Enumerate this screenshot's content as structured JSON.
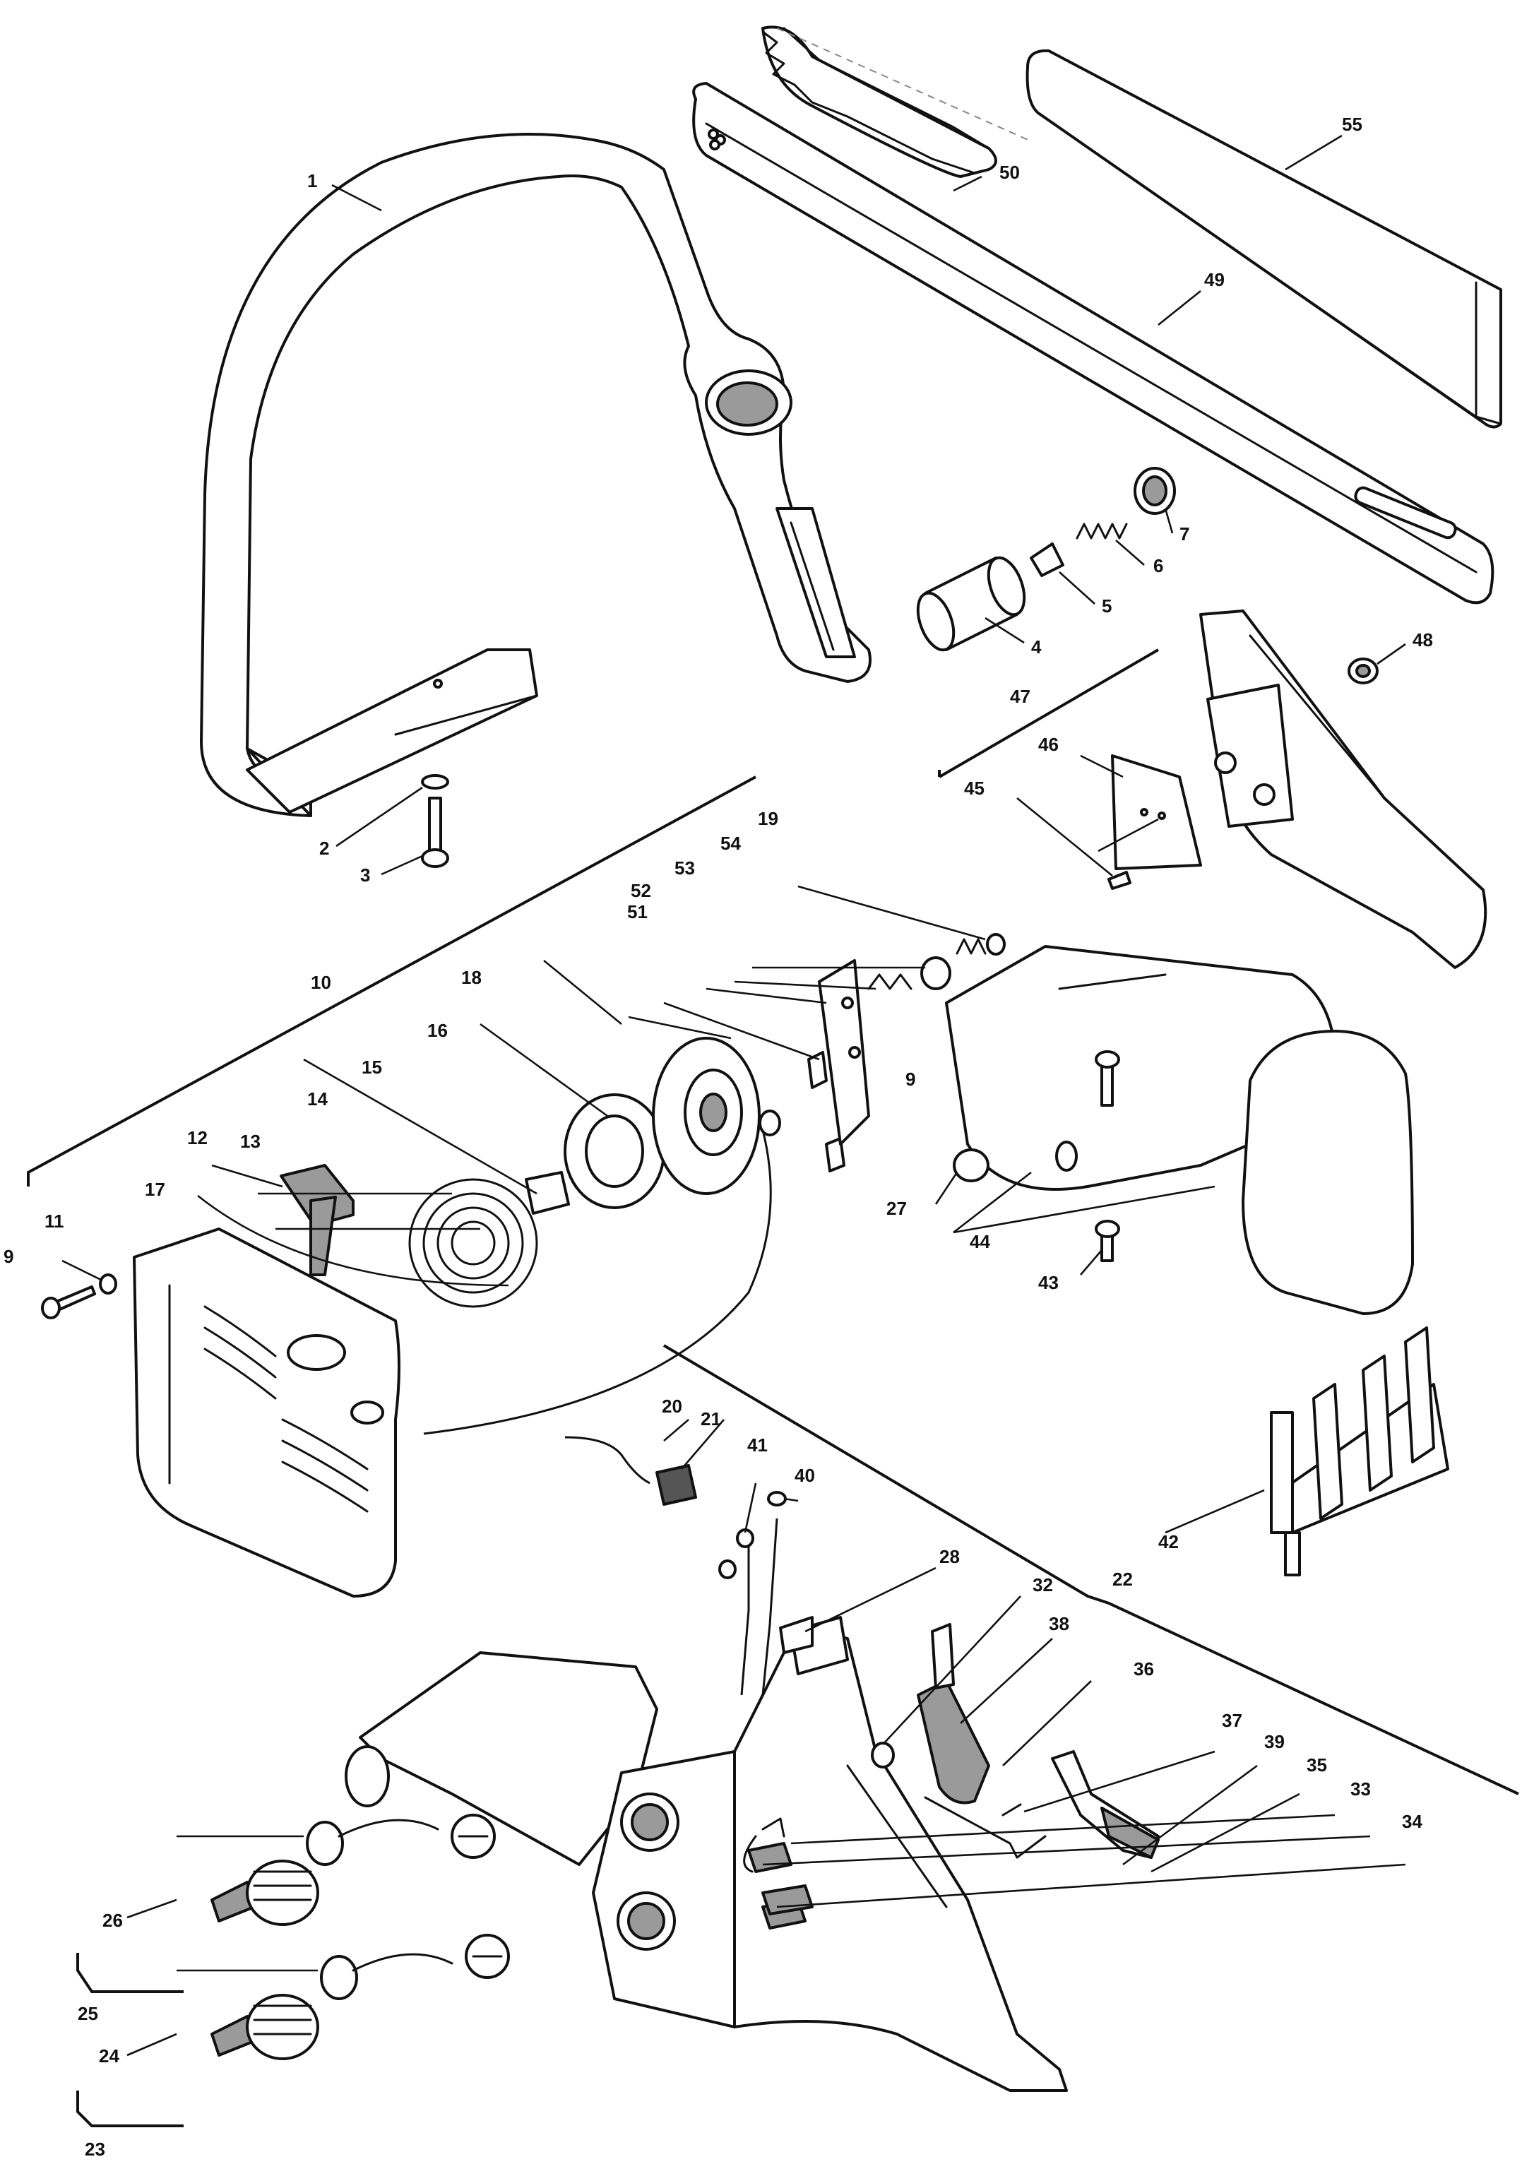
{
  "callouts": {
    "c1": "1",
    "c2": "2",
    "c3": "3",
    "c4": "4",
    "c5": "5",
    "c6": "6",
    "c7": "7",
    "c9a": "9",
    "c9b": "9",
    "c10": "10",
    "c11": "11",
    "c12": "12",
    "c13": "13",
    "c14": "14",
    "c15": "15",
    "c16": "16",
    "c17": "17",
    "c18": "18",
    "c19": "19",
    "c20": "20",
    "c21": "21",
    "c22": "22",
    "c23": "23",
    "c24": "24",
    "c25": "25",
    "c26": "26",
    "c27": "27",
    "c28": "28",
    "c32": "32",
    "c33": "33",
    "c34": "34",
    "c35": "35",
    "c36": "36",
    "c37": "37",
    "c38": "38",
    "c39": "39",
    "c40": "40",
    "c41": "41",
    "c42": "42",
    "c43": "43",
    "c44": "44",
    "c45": "45",
    "c46": "46",
    "c47": "47",
    "c48": "48",
    "c49": "49",
    "c50": "50",
    "c51": "51",
    "c52": "52",
    "c53": "53",
    "c54": "54",
    "c55": "55"
  }
}
